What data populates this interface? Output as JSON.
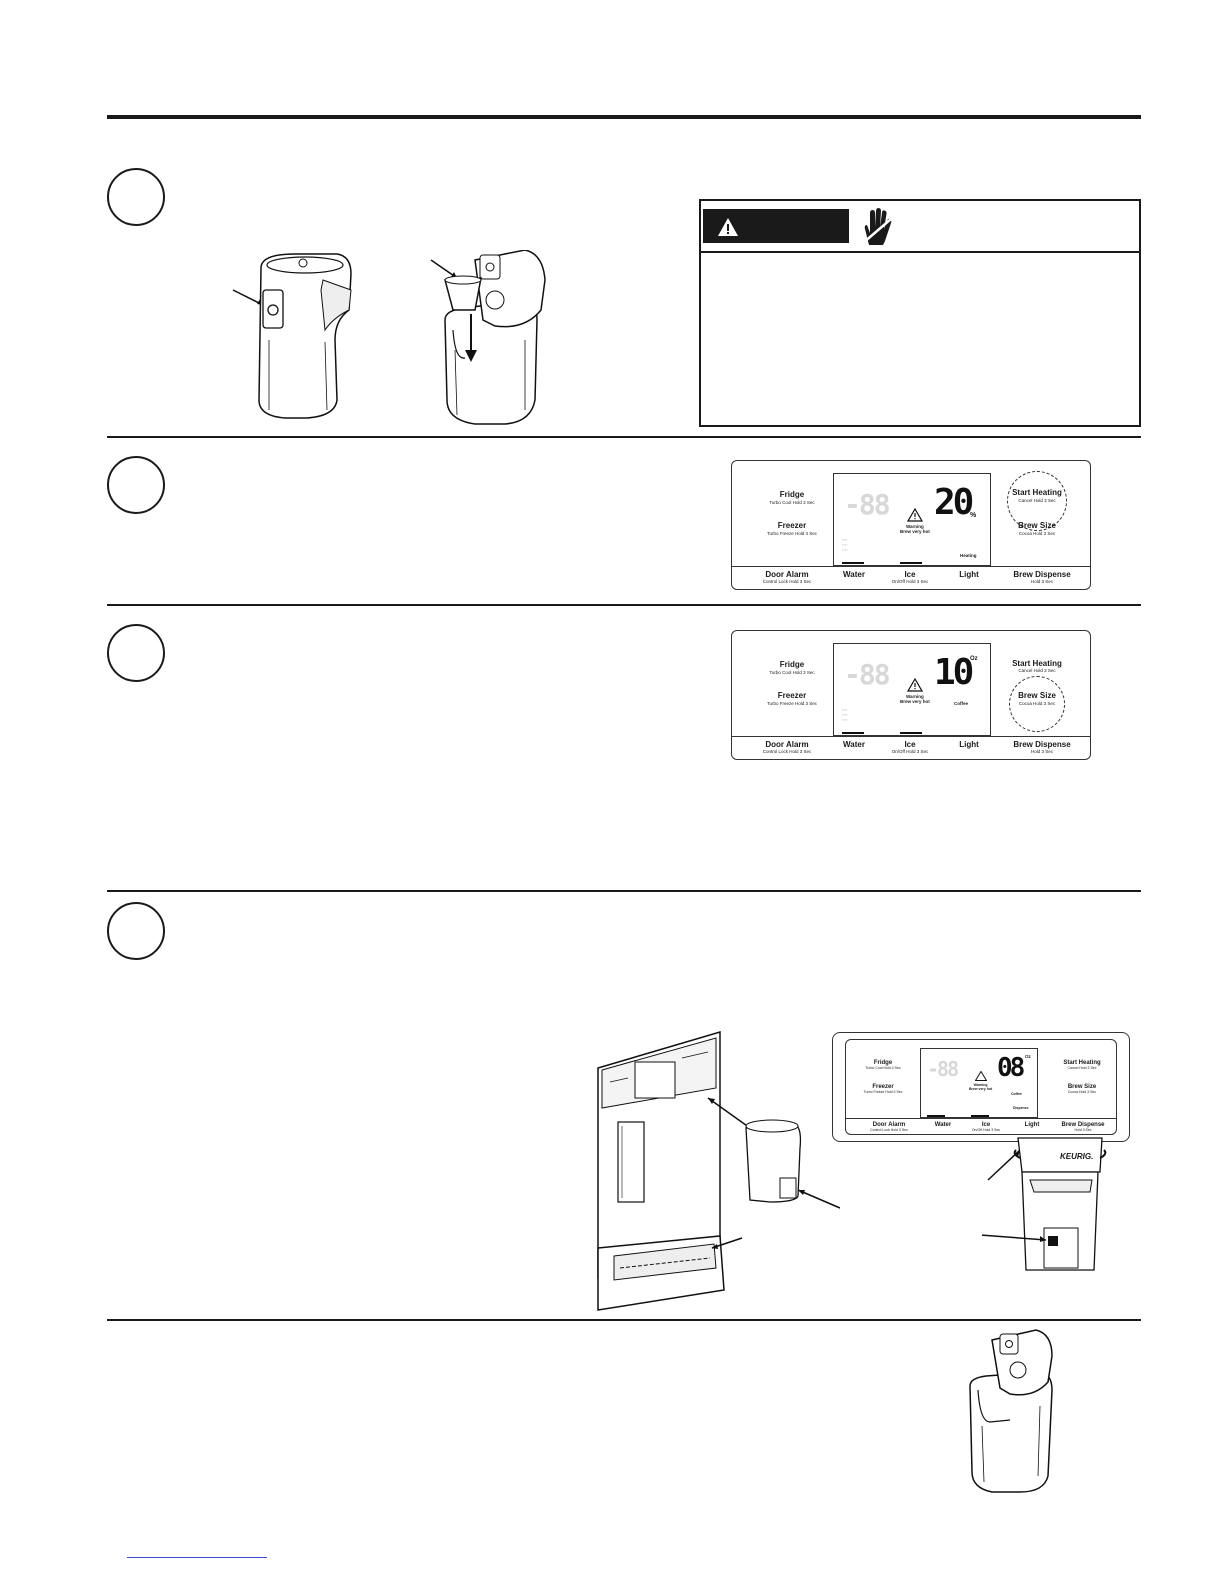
{
  "warning": {
    "label": "",
    "icon": "hot-surface-hand-icon",
    "body_text": ""
  },
  "panel_step2": {
    "left_buttons": [
      {
        "label": "Fridge",
        "sub": "Turbo Cool Hold 3 Sec"
      },
      {
        "label": "Freezer",
        "sub": "Turbo Freeze Hold 3 Sec"
      }
    ],
    "right_buttons": [
      {
        "label": "Start Heating",
        "sub": "Cancel Hold 3 Sec"
      },
      {
        "label": "Brew Size",
        "sub": "Cocoa Hold 3 Sec"
      }
    ],
    "bottom_buttons": [
      {
        "label": "Door Alarm",
        "sub": "Control Lock Hold 3 Sec"
      },
      {
        "label": "Water",
        "sub": ""
      },
      {
        "label": "Ice",
        "sub": "On/Off Hold 3 Sec"
      },
      {
        "label": "Light",
        "sub": ""
      },
      {
        "label": "Brew Dispense",
        "sub": "Hold 3 Sec"
      }
    ],
    "display_value": "20",
    "display_unit": "%",
    "warning_text": "Warning\nBrew very hot",
    "status_text": "Heating",
    "highlighted": "Start Heating"
  },
  "panel_step3": {
    "left_buttons": [
      {
        "label": "Fridge",
        "sub": "Turbo Cool Hold 3 Sec"
      },
      {
        "label": "Freezer",
        "sub": "Turbo Freeze Hold 3 Sec"
      }
    ],
    "right_buttons": [
      {
        "label": "Start Heating",
        "sub": "Cancel Hold 3 Sec"
      },
      {
        "label": "Brew Size",
        "sub": "Cocoa Hold 3 Sec"
      }
    ],
    "bottom_buttons": [
      {
        "label": "Door Alarm",
        "sub": "Control Lock Hold 3 Sec"
      },
      {
        "label": "Water",
        "sub": ""
      },
      {
        "label": "Ice",
        "sub": "On/Off Hold 3 Sec"
      },
      {
        "label": "Light",
        "sub": ""
      },
      {
        "label": "Brew Dispense",
        "sub": "Hold 3 Sec"
      }
    ],
    "display_value": "10",
    "display_unit": "Oz",
    "warning_text": "Warning\nBrew very hot",
    "status_text": "Coffee",
    "highlighted": "Brew Size"
  },
  "panel_step4": {
    "left_buttons": [
      {
        "label": "Fridge",
        "sub": "Turbo Cool Hold 3 Sec"
      },
      {
        "label": "Freezer",
        "sub": "Turbo Freeze Hold 3 Sec"
      }
    ],
    "right_buttons": [
      {
        "label": "Start Heating",
        "sub": "Cancel Hold 3 Sec"
      },
      {
        "label": "Brew Size",
        "sub": "Cocoa Hold 3 Sec"
      }
    ],
    "bottom_buttons": [
      {
        "label": "Door Alarm",
        "sub": "Control Lock Hold 3 Sec"
      },
      {
        "label": "Water",
        "sub": ""
      },
      {
        "label": "Ice",
        "sub": "On/Off Hold 3 Sec"
      },
      {
        "label": "Light",
        "sub": ""
      },
      {
        "label": "Brew Dispense",
        "sub": "Hold 3 Sec"
      }
    ],
    "display_value": "08",
    "display_unit": "Oz",
    "warning_text": "Warning\nBrew very hot",
    "status_text": "Coffee",
    "status_text_2": "Dispense",
    "brand": "KEURIG."
  }
}
